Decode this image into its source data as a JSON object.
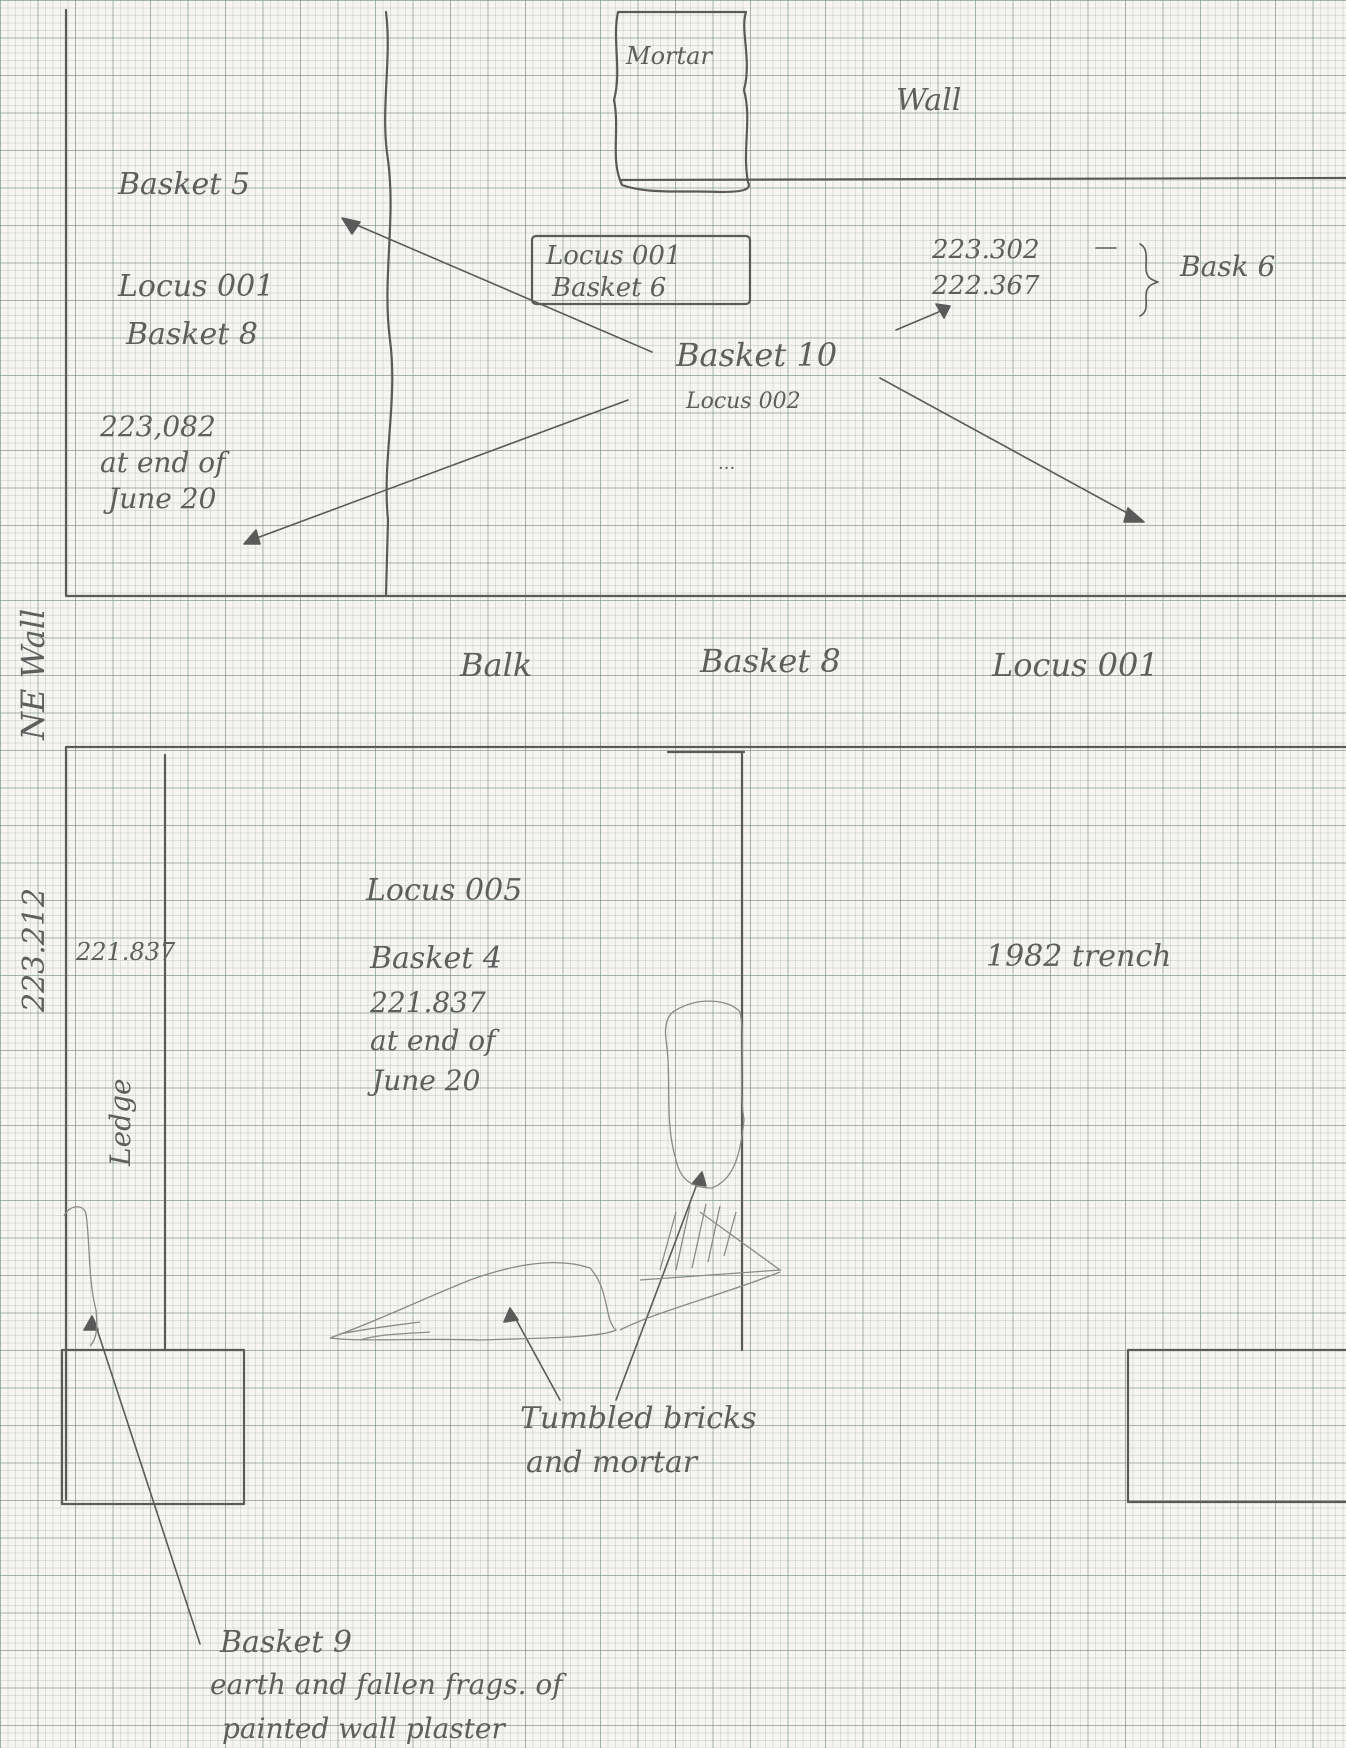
{
  "labels": {
    "mortar_top": "Mortar",
    "wall": "Wall",
    "basket_5": "Basket 5",
    "locus_001_a": "Locus 001",
    "basket_8_a": "Basket 8",
    "box_locus": "Locus 001",
    "box_basket": "Basket 6",
    "elev_1": "223.302",
    "elev_2": "222.367",
    "bask_6": "Bask 6",
    "basket_10": "Basket 10",
    "locus_002": "Locus 002",
    "elev_left_1": "223,082",
    "elev_left_2": "at end of",
    "elev_left_3": "June 20",
    "ne_wall": "NE Wall",
    "balk": "Balk",
    "balk_basket": "Basket 8",
    "balk_locus": "Locus 001",
    "side_elev": "223.212",
    "elev_221": "221.837",
    "locus_005": "Locus 005",
    "basket_4": "Basket 4",
    "b4_elev": "221.837",
    "b4_end": "at end of",
    "b4_date": "June 20",
    "trench": "1982 trench",
    "ledge": "Ledge",
    "tumbled_1": "Tumbled bricks",
    "tumbled_2": "and mortar",
    "basket_9": "Basket 9",
    "b9_line1": "earth and fallen frags. of",
    "b9_line2": "painted wall plaster"
  }
}
